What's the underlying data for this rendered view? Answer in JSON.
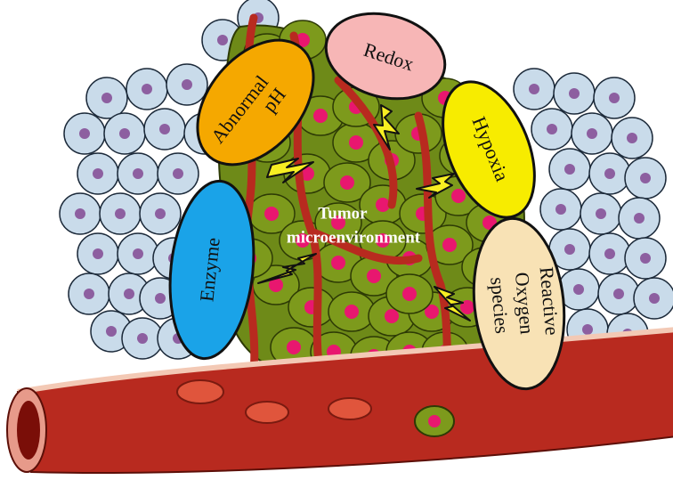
{
  "diagram": {
    "center": {
      "line1": "Tumor",
      "line2": "microenvironment"
    },
    "stimuli": {
      "abnormal_ph": {
        "line1": "Abnormal",
        "line2": "pH",
        "color": "#f5a800"
      },
      "redox": {
        "label": "Redox",
        "color": "#f7b6b6"
      },
      "hypoxia": {
        "label": "Hypoxia",
        "color": "#f7ec00"
      },
      "enzyme": {
        "label": "Enzyme",
        "color": "#1aa3e8"
      },
      "ros": {
        "line1": "Reactive",
        "line2": "Oxygen",
        "line3": "species",
        "color": "#f8e2b5"
      }
    },
    "colors": {
      "normal_cell": "#c9dbea",
      "normal_nucleus": "#8d5fa0",
      "tumor_cell": "#7d9a1c",
      "tumor_nucleus": "#e8176f",
      "vessel": "#b82a1f",
      "vessel_wall": "#f3c9b5",
      "bolt": "#f7ee22"
    }
  }
}
